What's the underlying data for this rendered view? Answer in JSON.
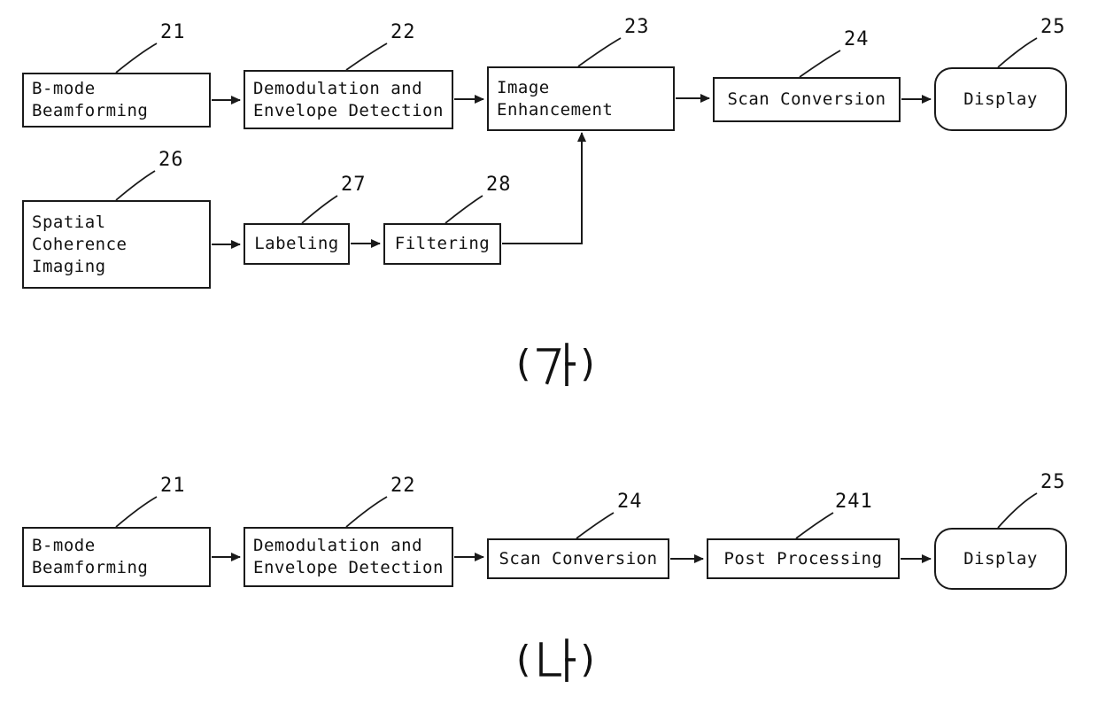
{
  "figure": {
    "background": "#ffffff",
    "line_color": "#1a1a1a"
  },
  "diagram_a": {
    "caption": {
      "open": "(",
      "glyph": "가",
      "close": ")"
    },
    "blocks": {
      "b_mode": {
        "ref": "21",
        "label": "B-mode\nBeamforming"
      },
      "demodulation": {
        "ref": "22",
        "label": "Demodulation and\nEnvelope Detection"
      },
      "image_enhancement": {
        "ref": "23",
        "label": "Image\nEnhancement"
      },
      "scan_conversion": {
        "ref": "24",
        "label": "Scan Conversion"
      },
      "display": {
        "ref": "25",
        "label": "Display"
      },
      "spatial_coherence": {
        "ref": "26",
        "label": "Spatial\nCoherence\nImaging"
      },
      "labeling": {
        "ref": "27",
        "label": "Labeling"
      },
      "filtering": {
        "ref": "28",
        "label": "Filtering"
      }
    }
  },
  "diagram_b": {
    "caption": {
      "open": "(",
      "glyph": "나",
      "close": ")"
    },
    "blocks": {
      "b_mode": {
        "ref": "21",
        "label": "B-mode\nBeamforming"
      },
      "demodulation": {
        "ref": "22",
        "label": "Demodulation and\nEnvelope Detection"
      },
      "scan_conversion": {
        "ref": "24",
        "label": "Scan Conversion"
      },
      "post_processing": {
        "ref": "241",
        "label": "Post Processing"
      },
      "display": {
        "ref": "25",
        "label": "Display"
      }
    }
  }
}
